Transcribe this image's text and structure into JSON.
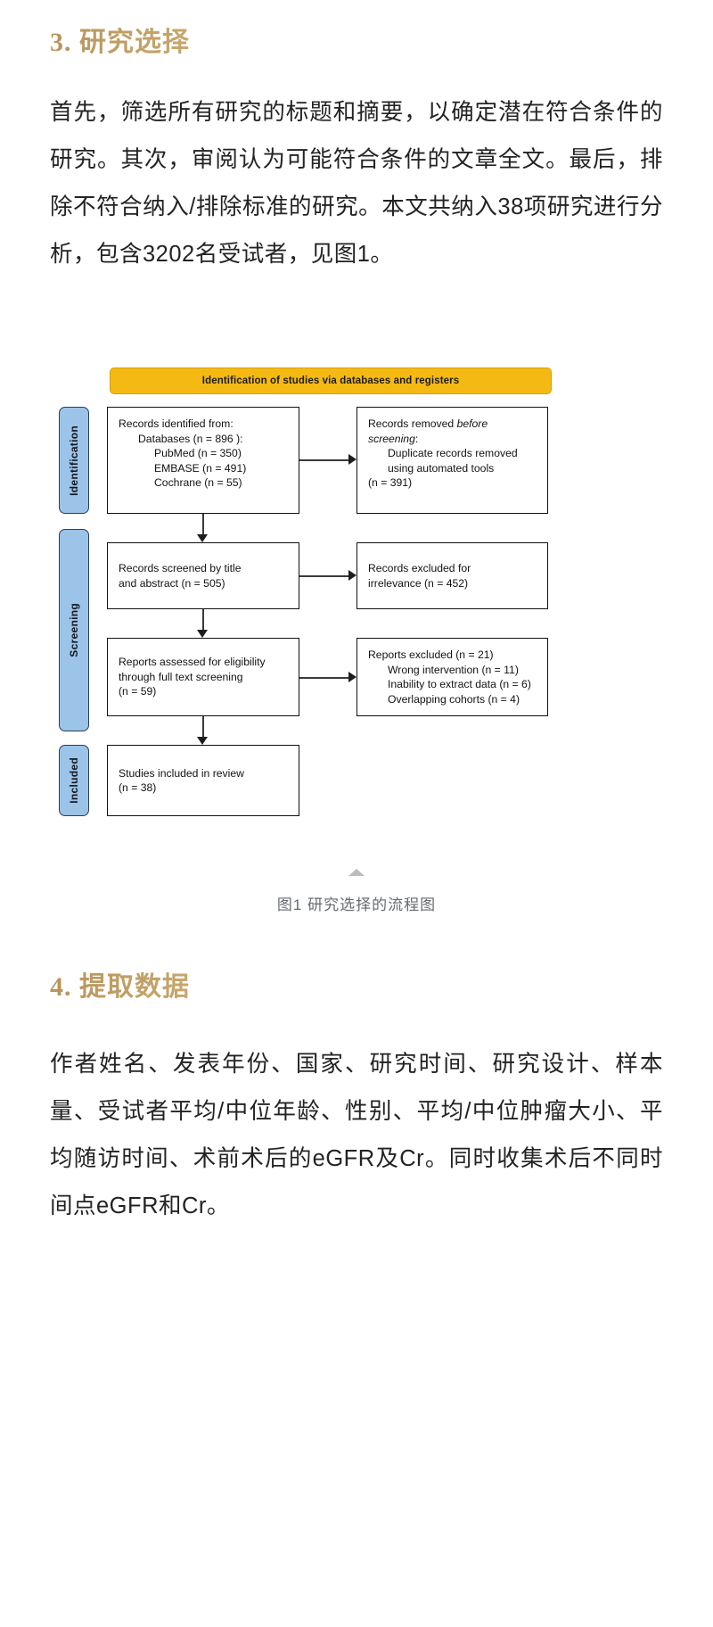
{
  "sections": [
    {
      "heading": "3. 研究选择",
      "paragraph": "首先，筛选所有研究的标题和摘要，以确定潜在符合条件的研究。其次，审阅认为可能符合条件的文章全文。最后，排除不符合纳入/排除标准的研究。本文共纳入38项研究进行分析，包含3202名受试者，见图1。"
    },
    {
      "heading": "4. 提取数据",
      "paragraph": "作者姓名、发表年份、国家、研究时间、研究设计、样本量、受试者平均/中位年龄、性别、平均/中位肿瘤大小、平均随访时间、术前术后的eGFR及Cr。同时收集术后不同时间点eGFR和Cr。"
    }
  ],
  "figure": {
    "banner": "Identification of studies via databases and registers",
    "stages": {
      "identification": "Identification",
      "screening": "Screening",
      "included": "Included"
    },
    "boxes": {
      "identified": {
        "line1": "Records identified from:",
        "line2": "Databases (n =  896 ):",
        "line3": "PubMed (n = 350)",
        "line4": "EMBASE (n = 491)",
        "line5": "Cochrane (n = 55)"
      },
      "removed": {
        "line1_prefix": "Records removed ",
        "line1_em": "before",
        "line2_em": "screening",
        "line2_suffix": ":",
        "line3": "Duplicate records removed",
        "line4": "using automated tools",
        "line5": "(n = 391)"
      },
      "screened": {
        "line1": "Records screened by title",
        "line2": "and abstract (n = 505)"
      },
      "excluded_irrelevance": {
        "line1": "Records excluded for",
        "line2": "irrelevance (n = 452)"
      },
      "eligibility": {
        "line1": "Reports assessed for eligibility",
        "line2": "through full text screening",
        "line3": "(n = 59)"
      },
      "excluded_reports": {
        "line1": "Reports excluded (n = 21)",
        "line2": "Wrong intervention (n = 11)",
        "line3": "Inability to extract data (n = 6)",
        "line4": "Overlapping cohorts (n = 4)"
      },
      "included": {
        "line1": "Studies included in review",
        "line2": "(n = 38)"
      }
    },
    "caption": "图1 研究选择的流程图"
  },
  "colors": {
    "heading_gold": "#c9a86d",
    "banner_yellow": "#f5b914",
    "stage_blue": "#9cc3e8",
    "caption_gray": "#666a6e"
  }
}
